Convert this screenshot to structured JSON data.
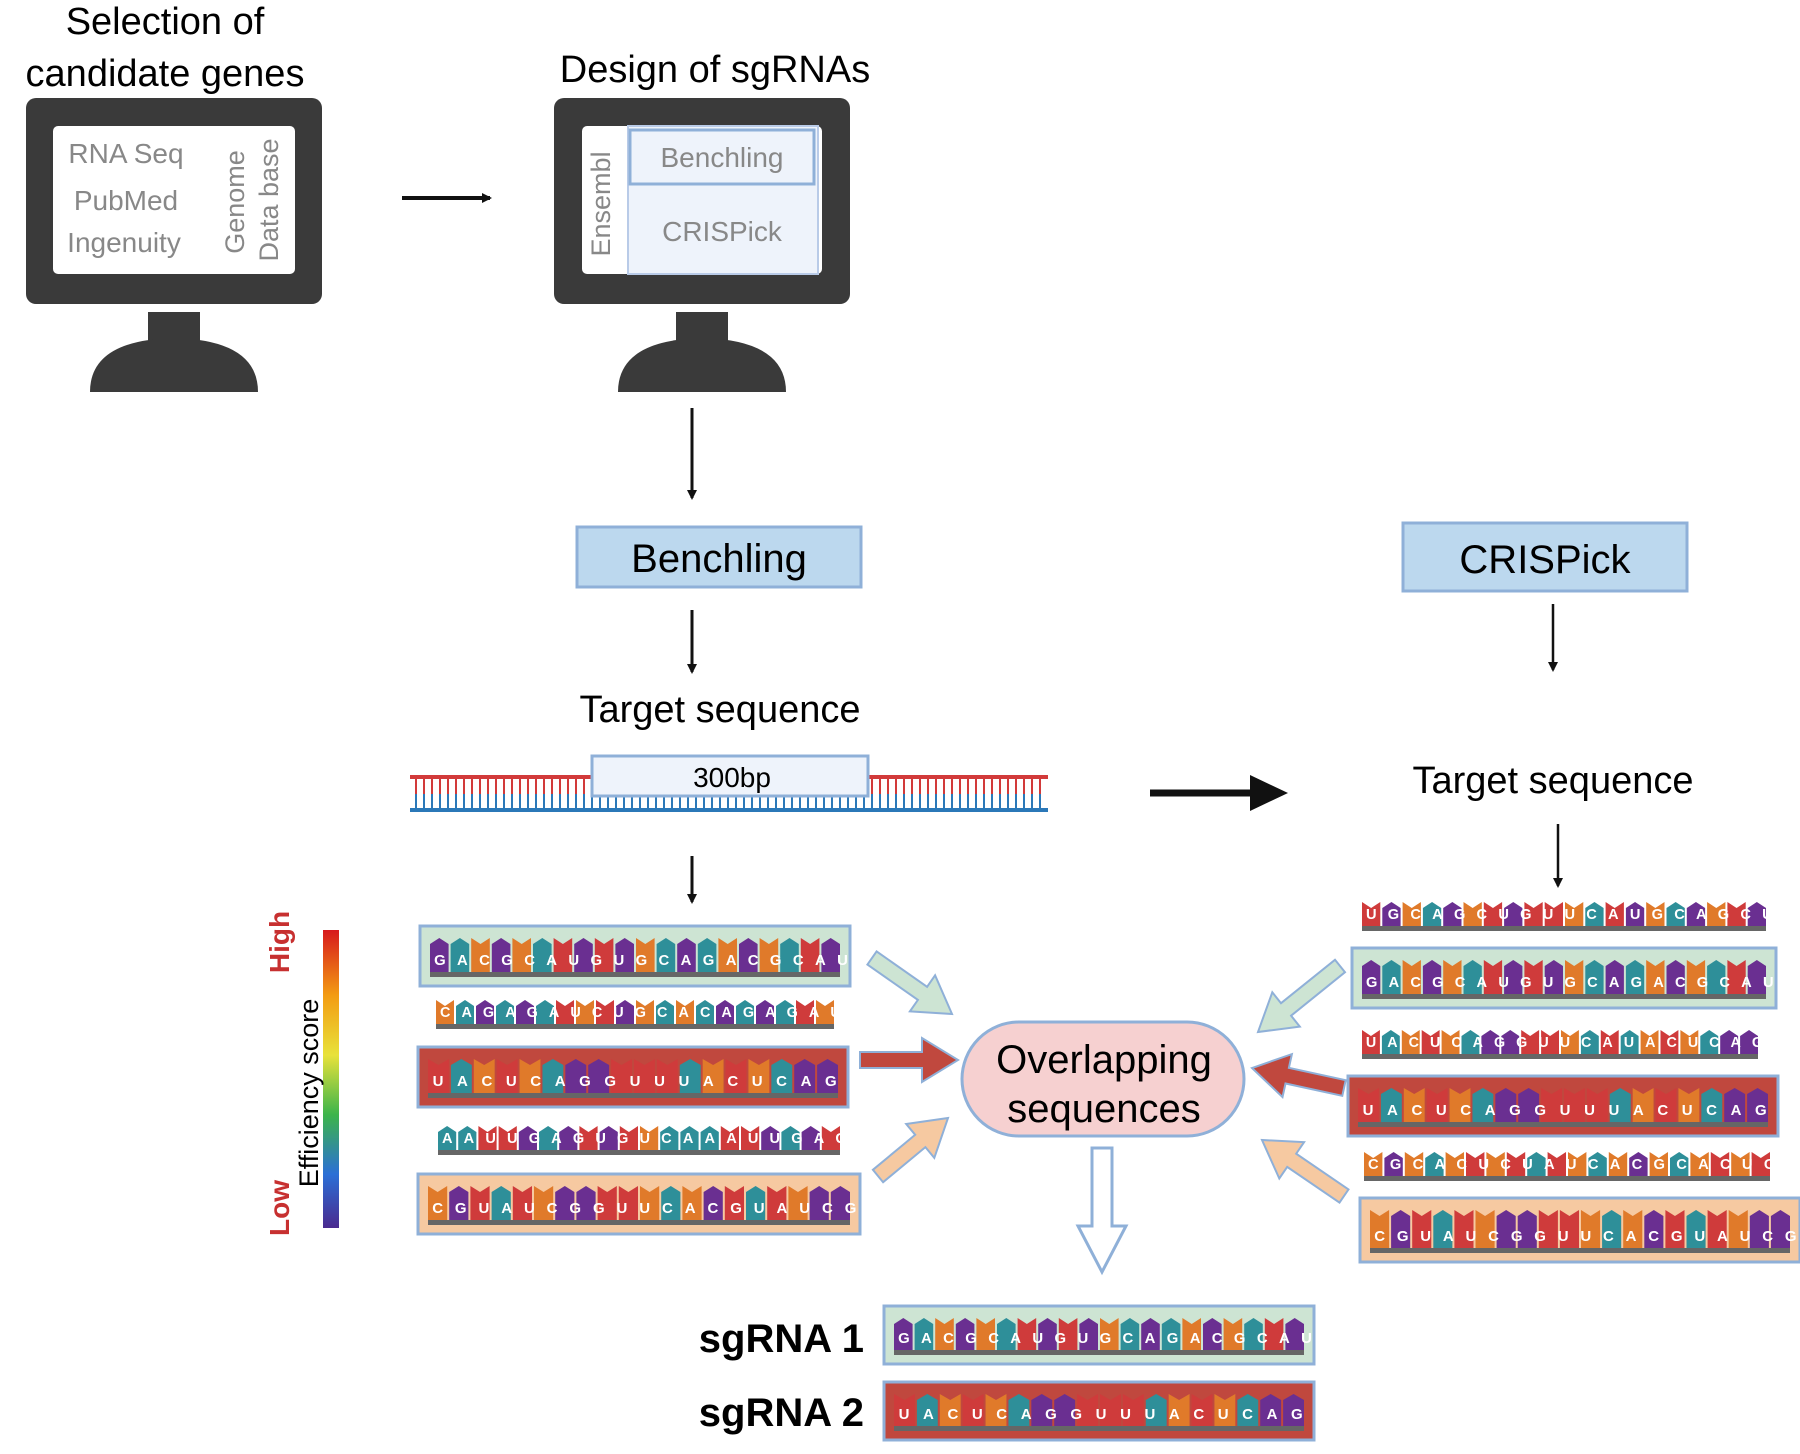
{
  "step1": {
    "title_line1": "Selection of",
    "title_line2": "candidate genes",
    "items": [
      "RNA Seq",
      "PubMed",
      "Ingenuity"
    ],
    "vertical_line1": "Genome",
    "vertical_line2": "Data base"
  },
  "step2": {
    "title": "Design of sgRNAs",
    "vertical_tab": "Ensembl",
    "panel_top": "Benchling",
    "panel_bottom": "CRISPick"
  },
  "benchling_box": "Benchling",
  "crispick_box": "CRISPick",
  "target_left": "Target sequence",
  "target_right": "Target sequence",
  "region_label": "300bp",
  "scale": {
    "high": "High",
    "low": "Low",
    "title": "Efficiency score"
  },
  "overlap_label_line1": "Overlapping",
  "overlap_label_line2": "sequences",
  "result1_label": "sgRNA 1",
  "result2_label": "sgRNA 2",
  "colors": {
    "monitor": "#3a3a3a",
    "box_fill": "#bcd8ee",
    "box_stroke": "#8fb0d8",
    "green_highlight": "#cde4d3",
    "red_highlight": "#c0483e",
    "orange_highlight": "#f6c9a1",
    "overlap_fill": "#f6d0d0",
    "nuc_A": "#2e8f99",
    "nuc_C": "#e07a2a",
    "nuc_G": "#6a2f91",
    "nuc_U": "#cf3b3b"
  },
  "left_sequences": [
    "GACGCAUGUGCAGACGCAUG",
    "CAGAGAUCUGCACAGAGAUC",
    "UACUCAGGUUUACUCAGG",
    "AAUUGAGUGUCAAAUUGAGU",
    "CGUAUCGGUUCACGUAUCGG"
  ],
  "right_sequences": [
    "UGCAGCUGUUCAUGCAGCUG",
    "GACGCAUGUGCAGACGCAUG",
    "UACUCAGGUUCAUACUCAGG",
    "UACUCAGGUUUACUCAGG",
    "CGCACUCUAUCACGCACUCU",
    "CGUAUCGGUUCACGUAUCGG"
  ],
  "result_sequences": [
    "GACGCAUGUGCAGACGCAUG",
    "UACUCAGGUUUACUCAGG"
  ]
}
